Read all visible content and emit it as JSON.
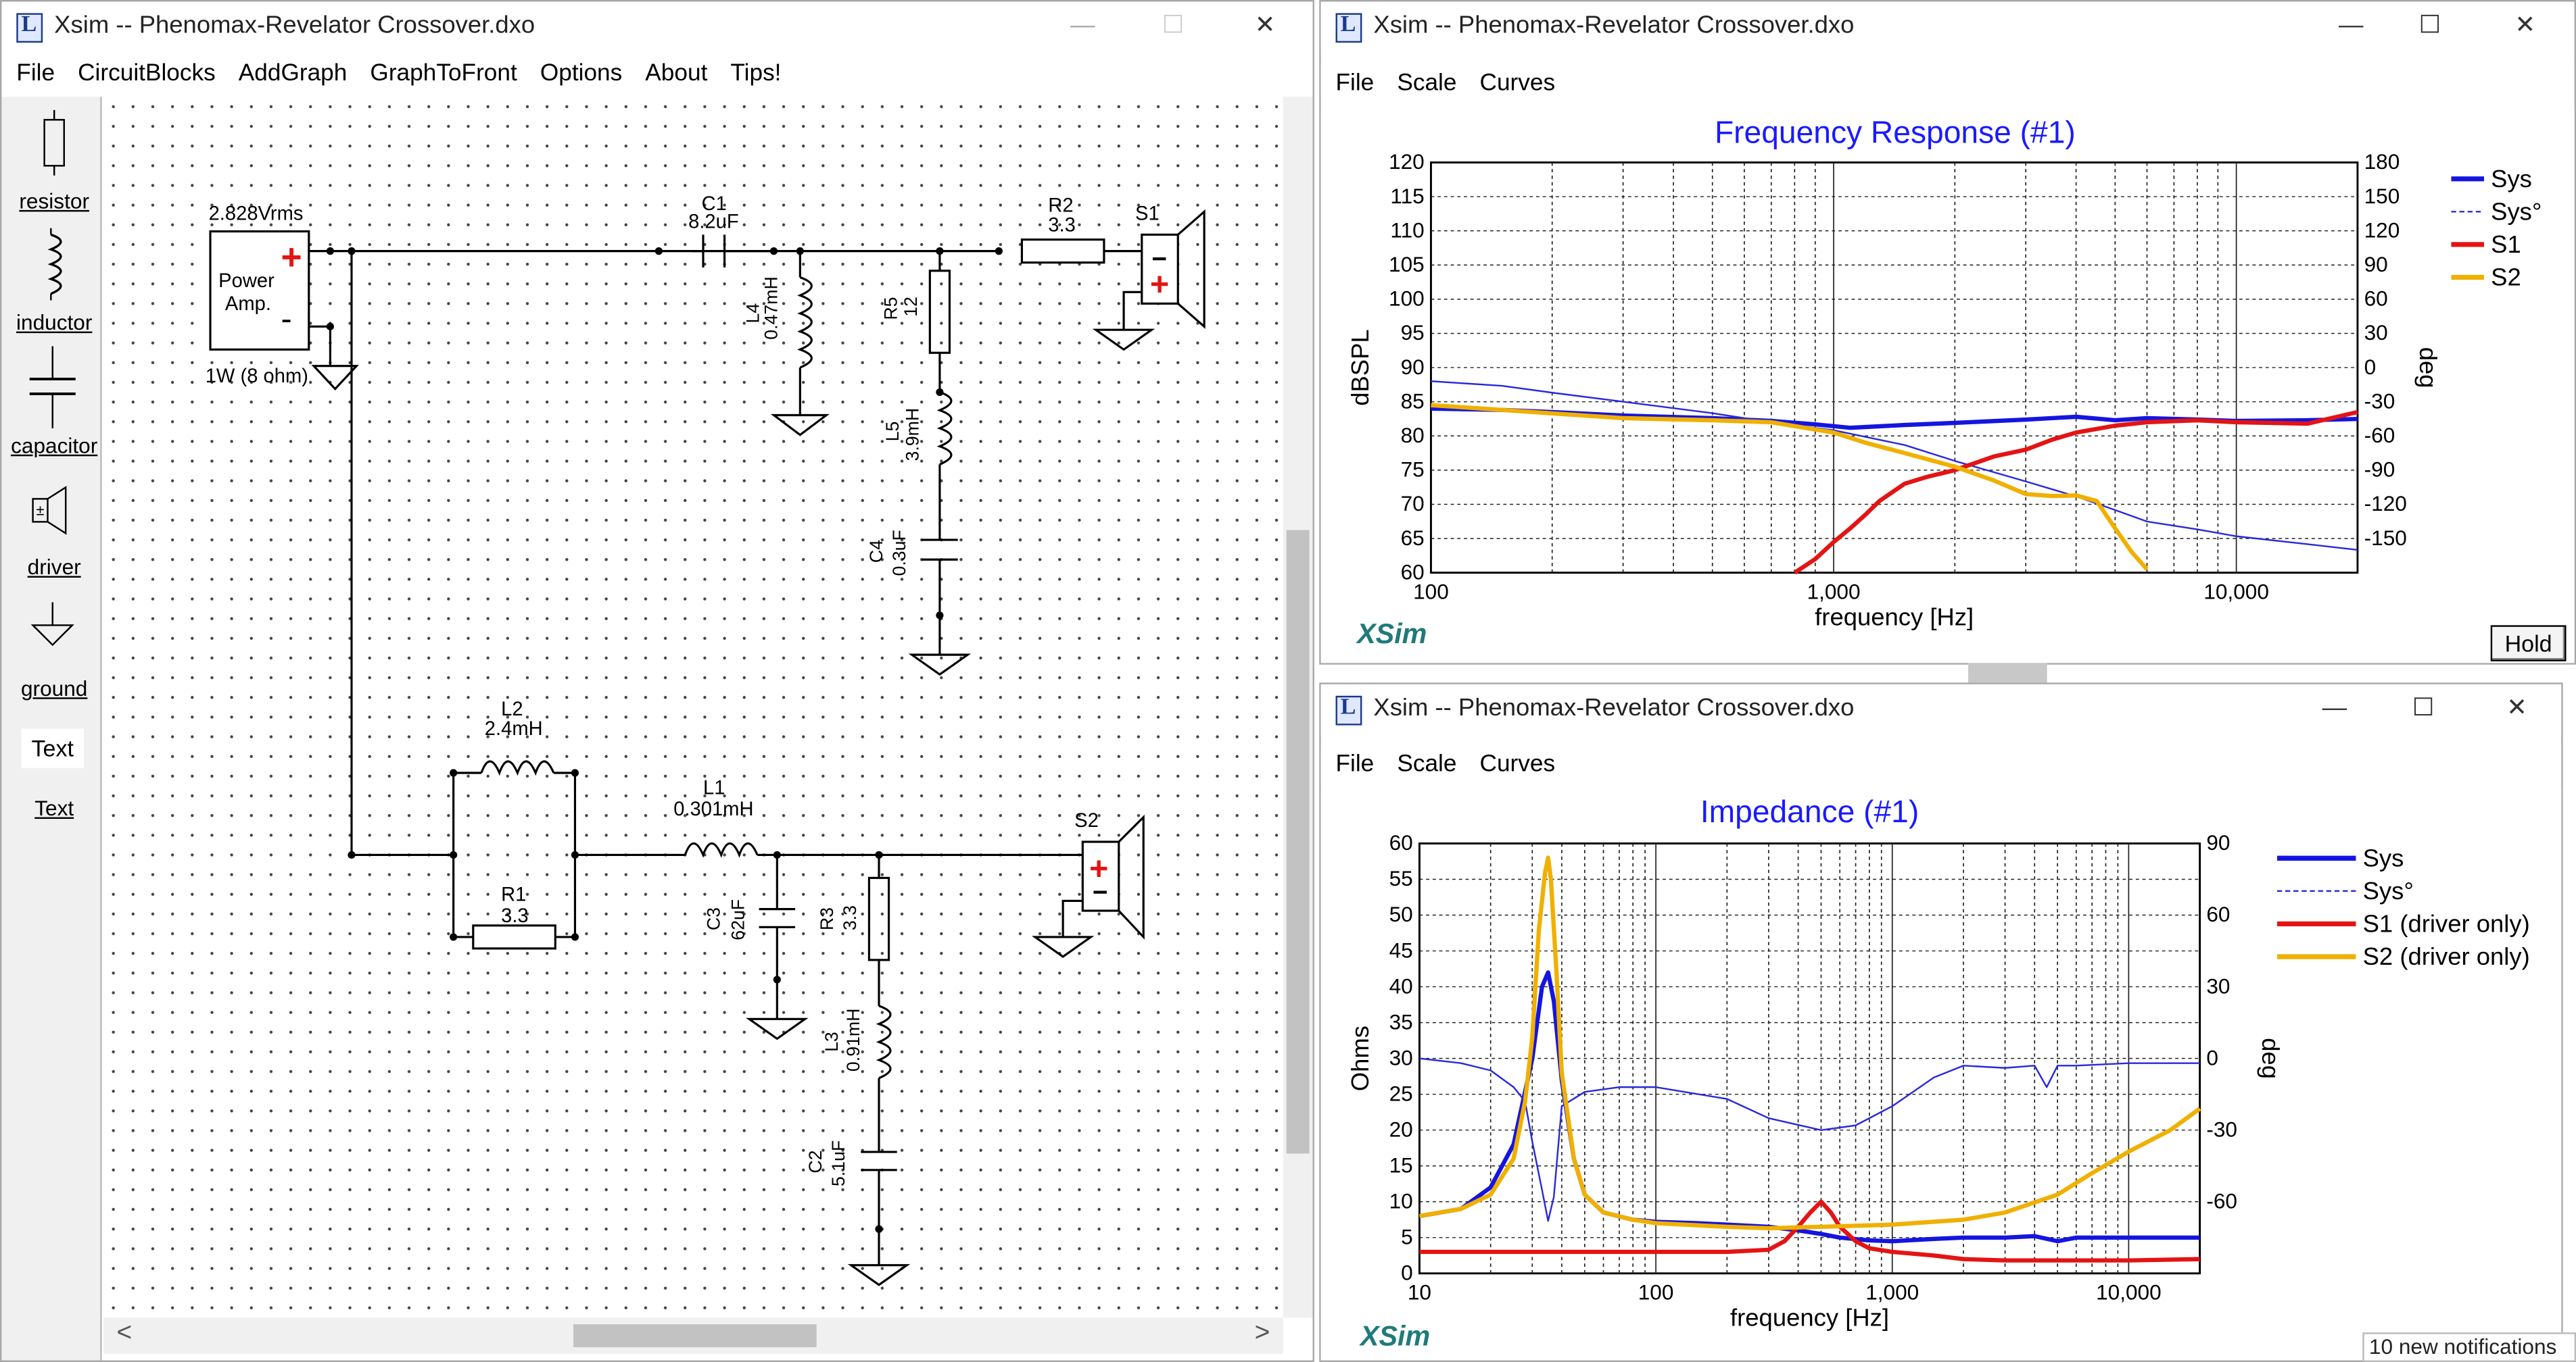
{
  "left_window": {
    "title": "Xsim -- Phenomax-Revelator Crossover.dxo",
    "menu": [
      "File",
      "CircuitBlocks",
      "AddGraph",
      "GraphToFront",
      "Options",
      "About",
      "Tips!"
    ],
    "toolbox": [
      "resistor",
      "inductor",
      "capacitor",
      "driver",
      "ground",
      "Text"
    ],
    "text_tool_icon": "Text",
    "schematic": {
      "source_voltage": "2.828Vrms",
      "source_label_1": "Power",
      "source_label_2": "Amp.",
      "source_rating": "1W (8 ohm)",
      "C1": {
        "name": "C1",
        "value": "8.2uF"
      },
      "R2": {
        "name": "R2",
        "value": "3.3"
      },
      "S1": "S1",
      "L4": {
        "name": "L4",
        "value": "0.47mH"
      },
      "R5": {
        "name": "R5",
        "value": "12"
      },
      "L5": {
        "name": "L5",
        "value": "3.9mH"
      },
      "C4": {
        "name": "C4",
        "value": "0.3uF"
      },
      "L2": {
        "name": "L2",
        "value": "2.4mH"
      },
      "R1": {
        "name": "R1",
        "value": "3.3"
      },
      "L1": {
        "name": "L1",
        "value": "0.301mH"
      },
      "S2": "S2",
      "C3": {
        "name": "C3",
        "value": "62uF"
      },
      "R3": {
        "name": "R3",
        "value": "3.3"
      },
      "L3": {
        "name": "L3",
        "value": "0.91mH"
      },
      "C2": {
        "name": "C2",
        "value": "5.1uF"
      }
    },
    "scroll_left": "<",
    "scroll_right": ">"
  },
  "freq_window": {
    "title": "Xsim -- Phenomax-Revelator Crossover.dxo",
    "menu": [
      "File",
      "Scale",
      "Curves"
    ],
    "graph_title": "Frequency Response (#1)",
    "brand": "XSim",
    "hold_label": "Hold",
    "legend": [
      "Sys",
      "Sys°",
      "S1",
      "S2"
    ]
  },
  "imp_window": {
    "title": "Xsim -- Phenomax-Revelator Crossover.dxo",
    "menu": [
      "File",
      "Scale",
      "Curves"
    ],
    "graph_title": "Impedance (#1)",
    "brand": "XSim",
    "legend": [
      "Sys",
      "Sys°",
      "S1 (driver only)",
      "S2 (driver only)"
    ]
  },
  "window_controls": {
    "minimize": "—",
    "maximize": "☐",
    "close": "✕"
  },
  "notification": "10 new notifications",
  "colors": {
    "sys": "#1515e0",
    "sys_phase": "#2a2ad8",
    "s1": "#e41414",
    "s2": "#f0b000",
    "title_blue": "#1a1aff",
    "brand_teal": "#207a7a"
  },
  "chart_data": [
    {
      "type": "line",
      "title": "Frequency Response (#1)",
      "xlabel": "frequency [Hz]",
      "ylabel": "dBSPL",
      "y2label": "deg",
      "x_scale": "log",
      "xlim": [
        100,
        20000
      ],
      "ylim": [
        60,
        120
      ],
      "y2lim": [
        -180,
        180
      ],
      "x_ticks": [
        "100",
        "1,000",
        "10,000"
      ],
      "y_ticks": [
        "60",
        "65",
        "70",
        "75",
        "80",
        "85",
        "90",
        "95",
        "100",
        "105",
        "110",
        "115",
        "120"
      ],
      "y2_ticks": [
        "-150",
        "-120",
        "-90",
        "-60",
        "-30",
        "0",
        "30",
        "60",
        "90",
        "120",
        "150",
        "180"
      ],
      "grid": true,
      "legend_position": "top-right",
      "series": [
        {
          "name": "Sys",
          "x": [
            100,
            150,
            200,
            300,
            500,
            700,
            900,
            1100,
            1500,
            2000,
            3000,
            4000,
            5000,
            6000,
            8000,
            10000,
            15000,
            20000
          ],
          "y": [
            84,
            83.8,
            83.5,
            83,
            82.6,
            82.2,
            81.7,
            81.2,
            81.6,
            81.9,
            82.4,
            82.8,
            82.3,
            82.6,
            82.4,
            82.2,
            82.3,
            82.5
          ]
        },
        {
          "name": "Sys°",
          "axis": "right",
          "x": [
            100,
            150,
            200,
            300,
            500,
            700,
            1000,
            1500,
            2000,
            3000,
            4000,
            5000,
            6000,
            8000,
            10000,
            15000,
            20000
          ],
          "y": [
            -12,
            -16,
            -22,
            -30,
            -40,
            -48,
            -55,
            -68,
            -82,
            -100,
            -113,
            -125,
            -135,
            -142,
            -148,
            -155,
            -160
          ]
        },
        {
          "name": "S1",
          "x": [
            800,
            900,
            1000,
            1100,
            1200,
            1300,
            1500,
            1700,
            2000,
            2500,
            3000,
            3500,
            4000,
            5000,
            6000,
            8000,
            10000,
            15000,
            20000
          ],
          "y": [
            60,
            62,
            64.5,
            66.5,
            68.5,
            70.5,
            73,
            74,
            75,
            77,
            78,
            79.5,
            80.5,
            81.5,
            82,
            82.3,
            82,
            81.8,
            83.5
          ]
        },
        {
          "name": "S2",
          "x": [
            100,
            150,
            200,
            300,
            500,
            700,
            1000,
            1200,
            1500,
            2000,
            2500,
            3000,
            3500,
            4000,
            4500,
            5000,
            5500,
            6000
          ],
          "y": [
            84.5,
            83.8,
            83.3,
            82.6,
            82.3,
            82,
            80.5,
            79,
            77.5,
            75.5,
            73.5,
            71.5,
            71.2,
            71.3,
            70.5,
            66.5,
            63,
            60.5
          ]
        }
      ]
    },
    {
      "type": "line",
      "title": "Impedance (#1)",
      "xlabel": "frequency [Hz]",
      "ylabel": "Ohms",
      "y2label": "deg",
      "x_scale": "log",
      "xlim": [
        10,
        20000
      ],
      "ylim": [
        0,
        60
      ],
      "y2lim": [
        -90,
        90
      ],
      "x_ticks": [
        "10",
        "100",
        "1,000",
        "10,000"
      ],
      "y_ticks": [
        "0",
        "5",
        "10",
        "15",
        "20",
        "25",
        "30",
        "35",
        "40",
        "45",
        "50",
        "55",
        "60"
      ],
      "y2_ticks": [
        "-60",
        "-30",
        "0",
        "30",
        "60",
        "90"
      ],
      "grid": true,
      "legend_position": "top-right",
      "series": [
        {
          "name": "Sys",
          "x": [
            10,
            15,
            20,
            25,
            30,
            33,
            35,
            37,
            40,
            45,
            50,
            60,
            80,
            100,
            150,
            200,
            300,
            400,
            500,
            600,
            800,
            1000,
            1500,
            2000,
            3000,
            4000,
            5000,
            6000,
            10000,
            20000
          ],
          "y": [
            8,
            9,
            12,
            18,
            30,
            40,
            42,
            38,
            27,
            16,
            11,
            8.5,
            7.5,
            7.2,
            7,
            6.8,
            6.5,
            6,
            5.5,
            5,
            4.6,
            4.5,
            4.8,
            5,
            5,
            5.2,
            4.5,
            5,
            5,
            5
          ]
        },
        {
          "name": "Sys°",
          "axis": "right",
          "x": [
            10,
            15,
            20,
            25,
            28,
            30,
            33,
            35,
            37,
            40,
            50,
            70,
            100,
            200,
            300,
            500,
            700,
            1000,
            1500,
            2000,
            3000,
            4000,
            4500,
            5000,
            6000,
            10000,
            20000
          ],
          "y": [
            0,
            -2,
            -5,
            -12,
            -18,
            -35,
            -55,
            -68,
            -58,
            -20,
            -14,
            -12,
            -12,
            -17,
            -25,
            -30,
            -28,
            -20,
            -8,
            -3,
            -4,
            -3,
            -12,
            -3,
            -3,
            -2,
            -2
          ]
        },
        {
          "name": "S1 (driver only)",
          "x": [
            10,
            50,
            100,
            200,
            300,
            350,
            400,
            450,
            500,
            550,
            600,
            700,
            800,
            1000,
            1500,
            2000,
            3000,
            5000,
            10000,
            20000
          ],
          "y": [
            3,
            3,
            3,
            3,
            3.3,
            4.5,
            6.5,
            8.5,
            10,
            8.5,
            6.5,
            4.5,
            3.5,
            3,
            2.5,
            2,
            1.8,
            1.8,
            1.8,
            2
          ]
        },
        {
          "name": "S2 (driver only)",
          "x": [
            10,
            15,
            20,
            25,
            28,
            30,
            32,
            34,
            35,
            36,
            38,
            40,
            45,
            50,
            60,
            80,
            100,
            200,
            300,
            500,
            1000,
            2000,
            3000,
            5000,
            7000,
            10000,
            15000,
            20000
          ],
          "y": [
            8,
            9,
            11,
            16,
            24,
            33,
            48,
            56,
            58,
            55,
            42,
            28,
            16,
            11,
            8.5,
            7.5,
            7,
            6.5,
            6.3,
            6.5,
            6.8,
            7.5,
            8.5,
            11,
            14,
            17,
            20,
            23
          ]
        }
      ]
    }
  ]
}
